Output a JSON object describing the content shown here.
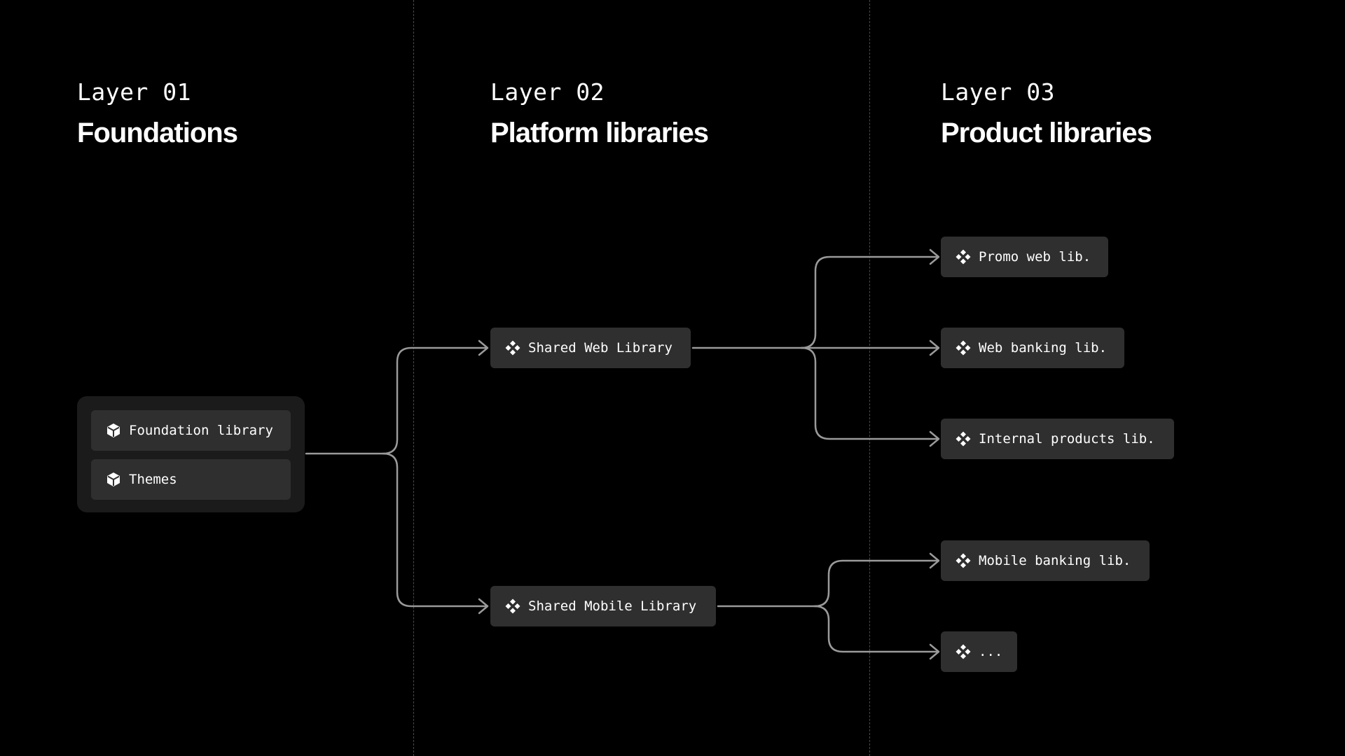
{
  "layers": [
    {
      "kicker": "Layer 01",
      "title": "Foundations"
    },
    {
      "kicker": "Layer 02",
      "title": "Platform libraries"
    },
    {
      "kicker": "Layer 03",
      "title": "Product libraries"
    }
  ],
  "foundations": {
    "items": [
      {
        "label": "Foundation library",
        "icon": "cube-icon"
      },
      {
        "label": "Themes",
        "icon": "cube-icon"
      }
    ]
  },
  "platform": {
    "web": {
      "label": "Shared Web Library",
      "icon": "component-icon"
    },
    "mobile": {
      "label": "Shared Mobile Library",
      "icon": "component-icon"
    }
  },
  "products": {
    "web": [
      {
        "label": "Promo web lib.",
        "icon": "component-icon"
      },
      {
        "label": "Web banking lib.",
        "icon": "component-icon"
      },
      {
        "label": "Internal products lib.",
        "icon": "component-icon"
      }
    ],
    "mobile": [
      {
        "label": "Mobile banking lib.",
        "icon": "component-icon"
      },
      {
        "label": "...",
        "icon": "component-icon"
      }
    ]
  },
  "colors": {
    "background": "#000000",
    "node": "#2f2f30",
    "group": "#1b1b1c",
    "connector": "#9a9a9a",
    "text": "#ffffff"
  }
}
